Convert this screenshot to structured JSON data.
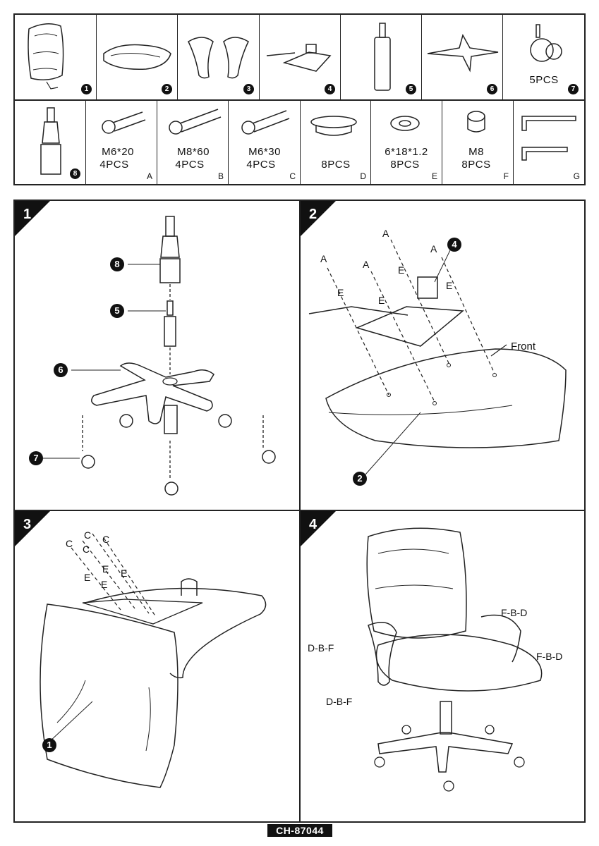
{
  "parts_row1": [
    {
      "num": "1"
    },
    {
      "num": "2"
    },
    {
      "num": "3"
    },
    {
      "num": "4"
    },
    {
      "num": "5"
    },
    {
      "num": "6"
    },
    {
      "num": "7",
      "qty": "5PCS"
    }
  ],
  "parts_row2": [
    {
      "num": "8"
    },
    {
      "spec": "M6*20",
      "qty": "4PCS",
      "letter": "A"
    },
    {
      "spec": "M8*60",
      "qty": "4PCS",
      "letter": "B"
    },
    {
      "spec": "M6*30",
      "qty": "4PCS",
      "letter": "C"
    },
    {
      "qty": "8PCS",
      "letter": "D"
    },
    {
      "spec": "6*18*1.2",
      "qty": "8PCS",
      "letter": "E"
    },
    {
      "spec": "M8",
      "qty": "8PCS",
      "letter": "F"
    },
    {
      "letter": "G"
    }
  ],
  "steps": [
    {
      "num": "1",
      "callouts": [
        "8",
        "5",
        "6",
        "7"
      ]
    },
    {
      "num": "2",
      "labels": {
        "a": "A",
        "e": "E",
        "front": "Front"
      },
      "callouts": [
        "4",
        "2"
      ]
    },
    {
      "num": "3",
      "labels": {
        "c": "C",
        "e": "E"
      },
      "callouts": [
        "1"
      ]
    },
    {
      "num": "4",
      "labels": {
        "right_top": "F-B-D",
        "right_bottom": "F-B-D",
        "left_top": "D-B-F",
        "left_bottom": "D-B-F"
      }
    }
  ],
  "model": "CH-87044"
}
